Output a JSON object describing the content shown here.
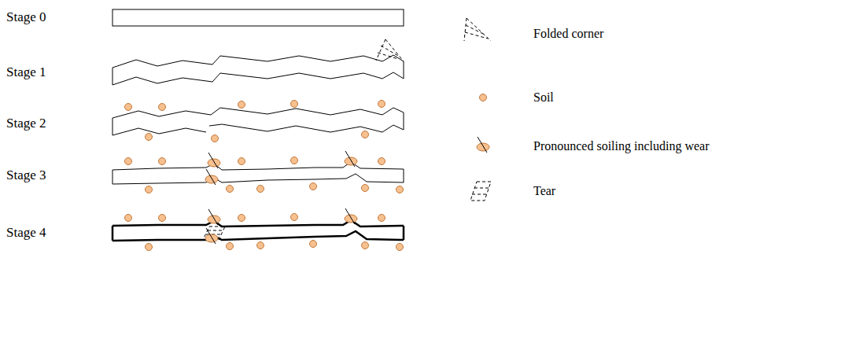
{
  "diagram": {
    "labels": [
      "Stage 0",
      "Stage 1",
      "Stage 2",
      "Stage 3",
      "Stage 4"
    ],
    "legend": [
      {
        "text": "Folded corner"
      },
      {
        "text": "Soil"
      },
      {
        "text": "Pronounced soiling including wear"
      },
      {
        "text": "Tear"
      }
    ]
  }
}
